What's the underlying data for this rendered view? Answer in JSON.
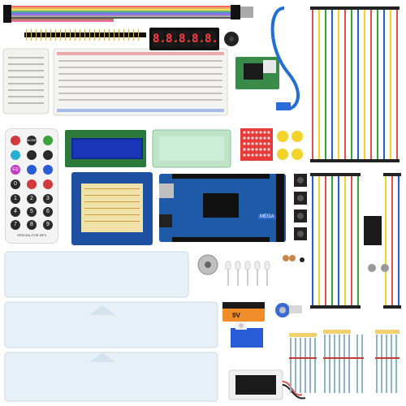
{
  "seven_segment": {
    "digits": [
      "8.",
      "8.",
      "8.",
      "8.",
      "8."
    ]
  },
  "remote": {
    "buttons": [
      "",
      "MODE",
      "",
      "",
      "",
      "",
      "EQ",
      "",
      "",
      "0",
      "",
      "",
      "1",
      "2",
      "3",
      "4",
      "5",
      "6",
      "7",
      "8",
      "9"
    ],
    "bottom_label": "SPECIAL FOR MP3"
  },
  "board": {
    "silk_label": "MEGA"
  },
  "battery": {
    "label": "9V"
  }
}
